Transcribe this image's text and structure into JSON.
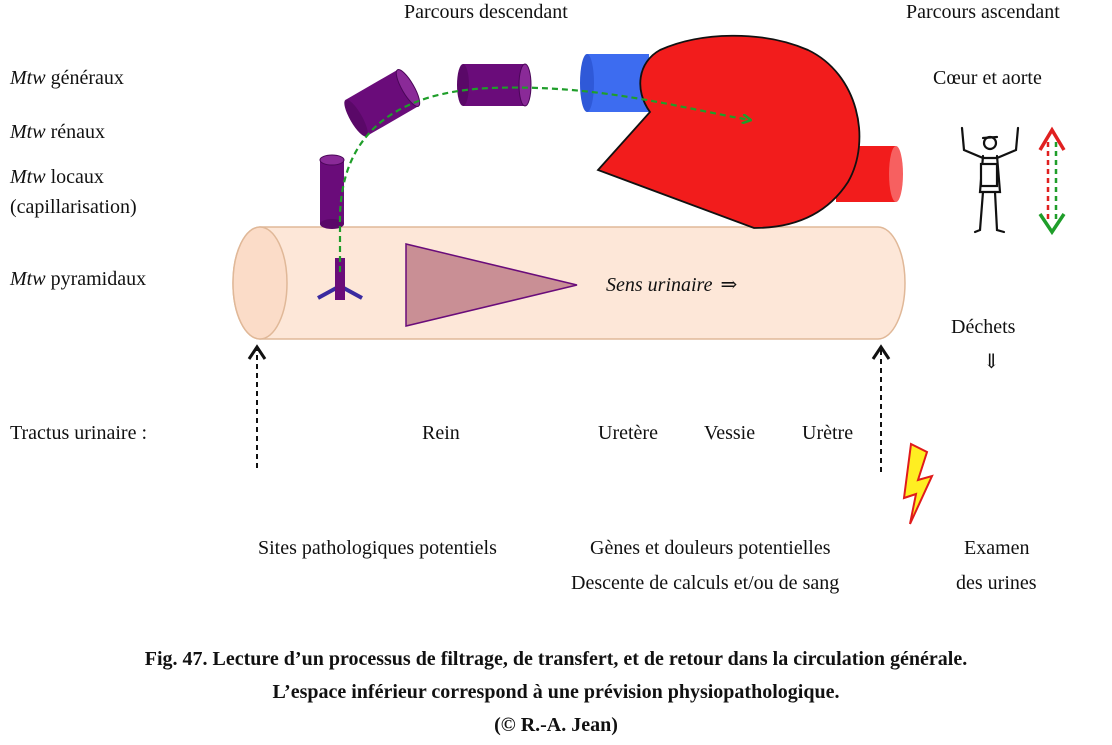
{
  "header": {
    "descending": "Parcours descendant",
    "ascending": "Parcours ascendant"
  },
  "left_labels": {
    "general_mtw": "Mtw",
    "general_rest": " généraux",
    "renal_mtw": "Mtw",
    "renal_rest": " rénaux",
    "local_mtw": "Mtw",
    "local_rest": " locaux",
    "capillarisation": "(capillarisation)",
    "pyramidal_mtw": "Mtw",
    "pyramidal_rest": " pyramidaux"
  },
  "right_labels": {
    "heart_aorta": "Cœur et aorte",
    "waste": "Déchets",
    "down_arrow": "⇓"
  },
  "tube": {
    "flow_label": "Sens urinaire",
    "flow_arrow": "⇒"
  },
  "tract": {
    "label": "Tractus urinaire :",
    "segments": [
      "Rein",
      "Uretère",
      "Vessie",
      "Urètre"
    ]
  },
  "bottom": {
    "sites": "Sites pathologiques potentiels",
    "pain_line1": "Gènes et douleurs potentielles",
    "pain_line2": "Descente de calculs et/ou de sang",
    "exam_line1": "Examen",
    "exam_line2": "des urines"
  },
  "caption": {
    "line1": "Fig. 47. Lecture d’un processus de filtrage, de transfert, et de retour dans la circulation générale.",
    "line2": "L’espace inférieur correspond à une prévision physiopathologique.",
    "line3": "(© R.-A. Jean)"
  },
  "colors": {
    "heart_red": "#f21c1c",
    "aorta_blue": "#3d6cf0",
    "vessel_purple": "#6a0c7a",
    "tube_fill": "#fde7d8",
    "tube_stroke": "#e0b898",
    "triangle_fill": "#c98f95",
    "path_green": "#1f9e2a",
    "bolt_yellow": "#ffee22"
  },
  "icons": {
    "figure": "human-figure-icon",
    "updown": "up-down-arrow-icon",
    "lightning": "lightning-bolt-icon"
  }
}
